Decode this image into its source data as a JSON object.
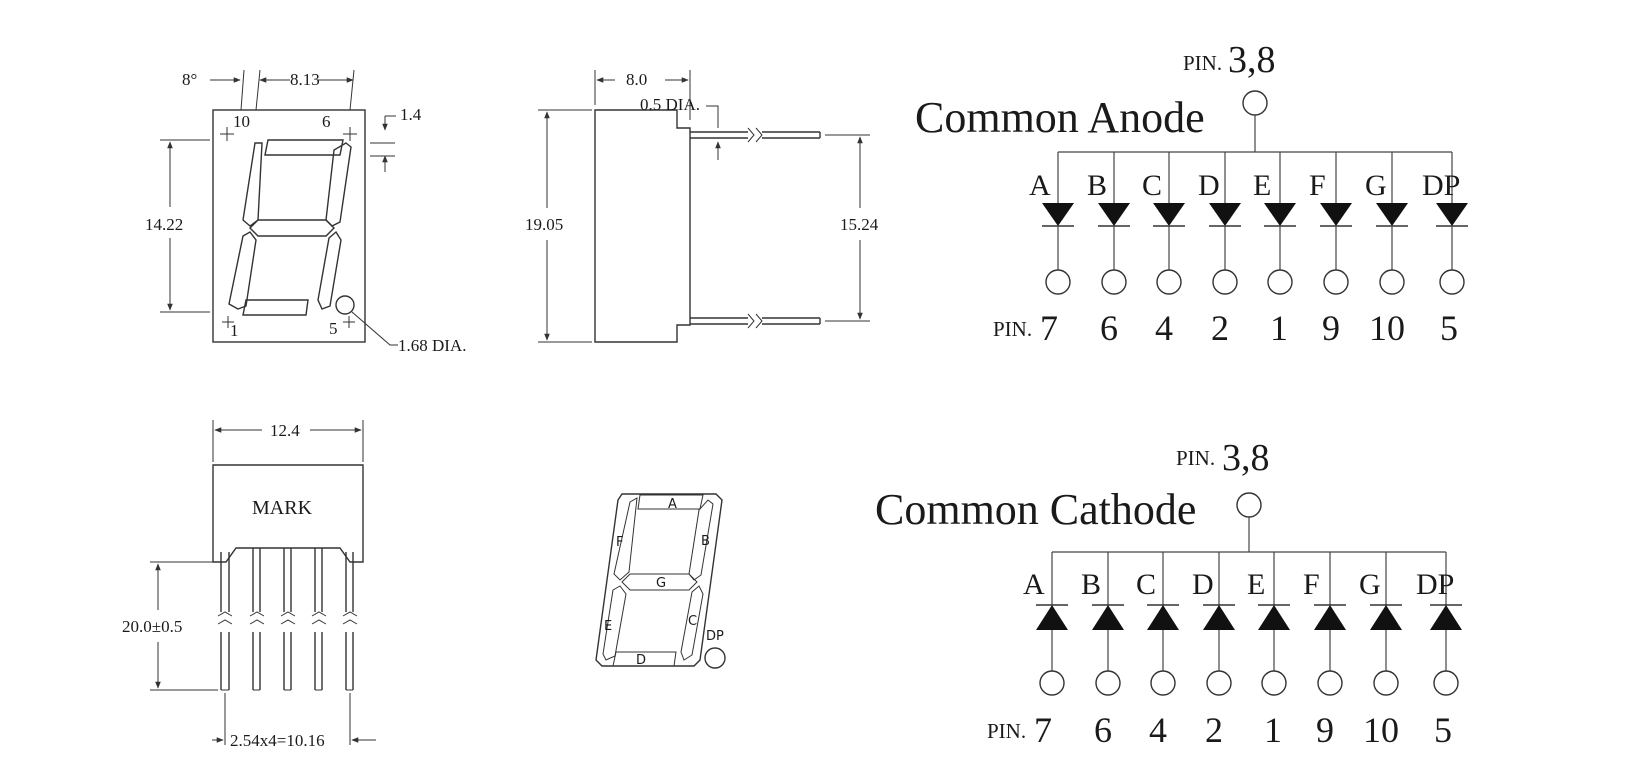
{
  "outline_front": {
    "angle": "8°",
    "width": "8.13",
    "offset": "1.4",
    "height": "14.22",
    "pin_hole": "1.68  DIA.",
    "pin_labels": [
      "10",
      "6",
      "1",
      "5"
    ]
  },
  "outline_side": {
    "depth": "8.0",
    "pin_dia": "0.5 DIA.",
    "height": "19.05",
    "pin_spacing": "15.24"
  },
  "outline_bottom": {
    "width": "12.4",
    "mark": "MARK",
    "pin_length": "20.0±0.5",
    "pin_pitch": "2.54x4=10.16"
  },
  "segment_map": {
    "segments": [
      "A",
      "B",
      "C",
      "D",
      "E",
      "F",
      "G",
      "DP"
    ]
  },
  "common_anode": {
    "title": "Common Anode",
    "common_pin_prefix": "PIN.",
    "common_pin": "3,8",
    "pin_prefix": "PIN.",
    "segments": [
      "A",
      "B",
      "C",
      "D",
      "E",
      "F",
      "G",
      "DP"
    ],
    "pins": [
      "7",
      "6",
      "4",
      "2",
      "1",
      "9",
      "10",
      "5"
    ]
  },
  "common_cathode": {
    "title": "Common Cathode",
    "common_pin_prefix": "PIN.",
    "common_pin": "3,8",
    "pin_prefix": "PIN.",
    "segments": [
      "A",
      "B",
      "C",
      "D",
      "E",
      "F",
      "G",
      "DP"
    ],
    "pins": [
      "7",
      "6",
      "4",
      "2",
      "1",
      "9",
      "10",
      "5"
    ]
  }
}
